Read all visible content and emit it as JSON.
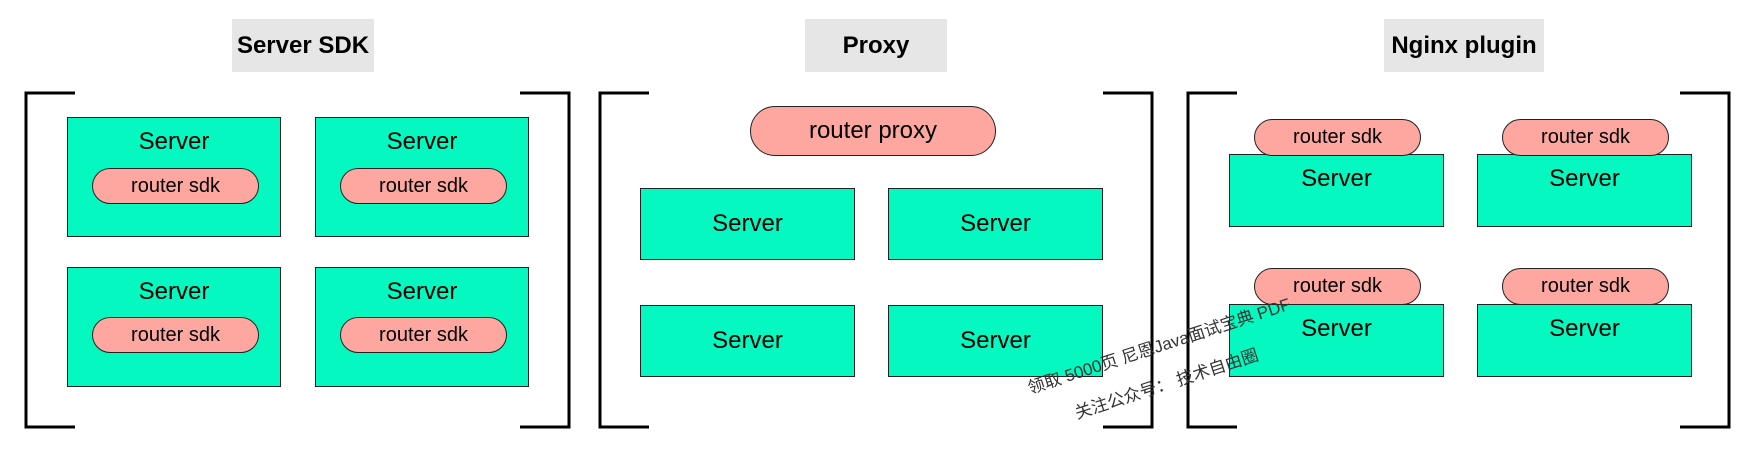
{
  "titles": {
    "server_sdk": "Server SDK",
    "proxy": "Proxy",
    "nginx": "Nginx plugin"
  },
  "labels": {
    "server": "Server",
    "router_sdk": "router sdk",
    "router_proxy": "router proxy"
  },
  "watermark": {
    "line1": "领取 5000页 尼恩Java面试宝典 PDF",
    "line2": "关注公众号： 技术自由圈"
  },
  "colors": {
    "server_fill": "#04f8bf",
    "router_fill": "#fda7a0",
    "title_bg": "#e6e6e6"
  }
}
